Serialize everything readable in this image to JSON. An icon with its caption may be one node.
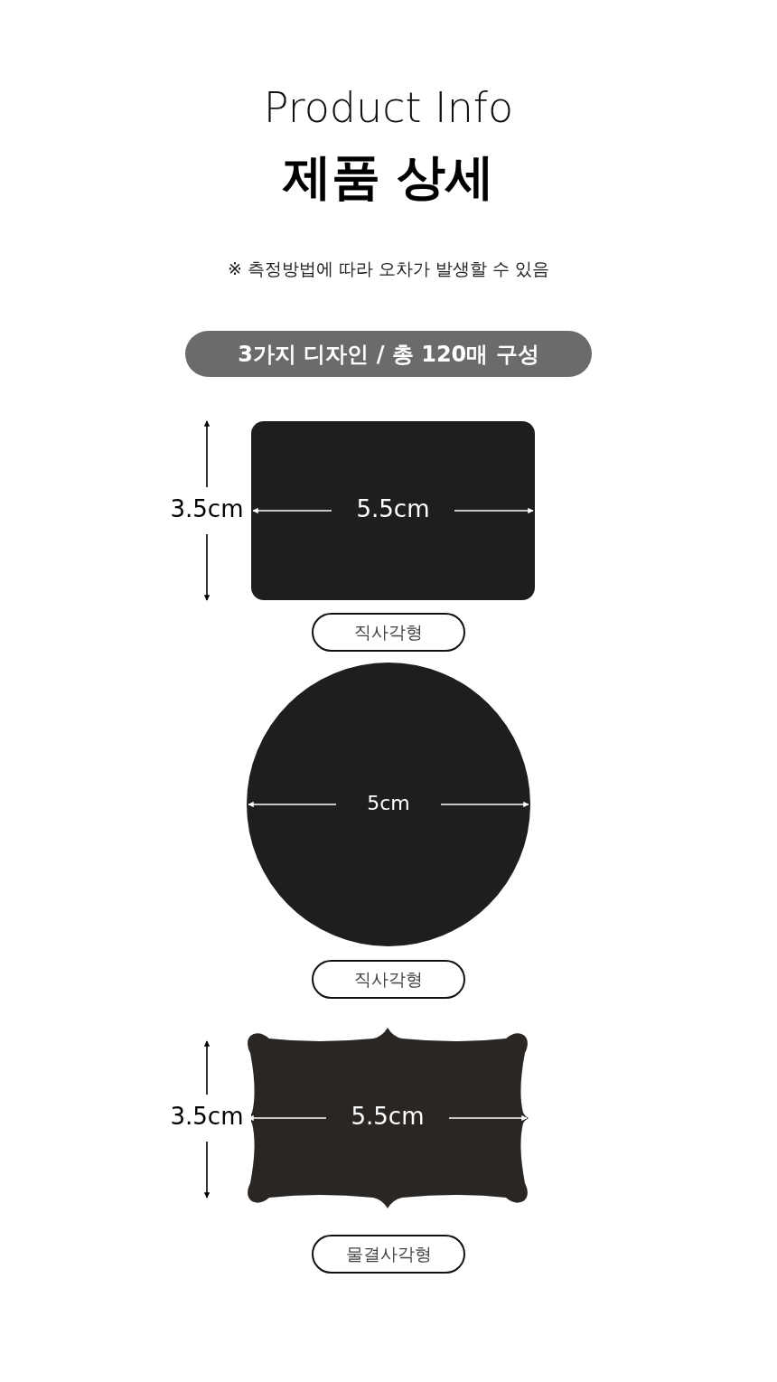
{
  "diagram": {
    "title": "Product Info",
    "nodes": [
      {
        "text": [
          "3가지 디자인 / 총 120매 구성"
        ]
      },
      {
        "text": [
          "5.5cm"
        ],
        "beside": [
          "3.5cm"
        ]
      },
      {
        "text": [
          "직사각형"
        ]
      },
      {
        "text": [
          "5cm"
        ]
      },
      {
        "text": [
          "직사각형"
        ]
      },
      {
        "text": [
          "5.5cm"
        ],
        "beside": [
          "3.5cm"
        ]
      },
      {
        "text": [
          "물결사각형"
        ]
      }
    ],
    "labels": [
      "제품 상세",
      "※ 측정방법에 따라 오차가 발생할 수 있음"
    ]
  }
}
